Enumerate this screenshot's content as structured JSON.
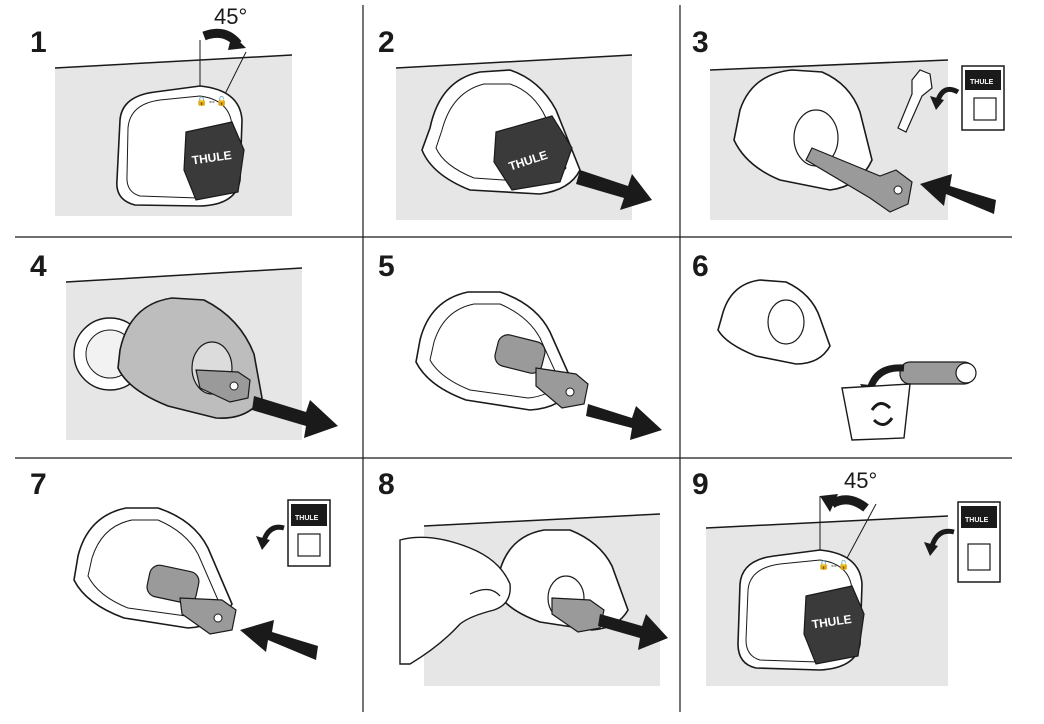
{
  "steps": [
    {
      "number": "1",
      "angle_label": "45°"
    },
    {
      "number": "2"
    },
    {
      "number": "3"
    },
    {
      "number": "4"
    },
    {
      "number": "5"
    },
    {
      "number": "6"
    },
    {
      "number": "7"
    },
    {
      "number": "8"
    },
    {
      "number": "9",
      "angle_label": "45°"
    }
  ],
  "brand": "THULE",
  "colors": {
    "background": "#e6e6e6",
    "line": "#1a1a1a",
    "lock_dark": "#3a3a3a",
    "key_grey": "#9a9a9a"
  }
}
